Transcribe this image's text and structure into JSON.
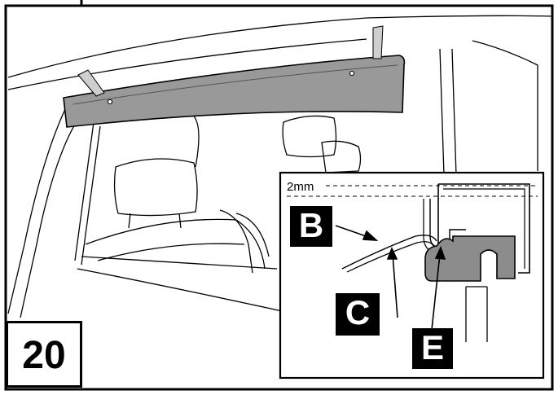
{
  "step": {
    "number": "20"
  },
  "detail": {
    "dimension": "2mm",
    "callouts": [
      "B",
      "C",
      "E"
    ]
  },
  "colors": {
    "line": "#000000",
    "deflector": "#999999",
    "clip": "#8c8c8c",
    "background": "#ffffff"
  }
}
